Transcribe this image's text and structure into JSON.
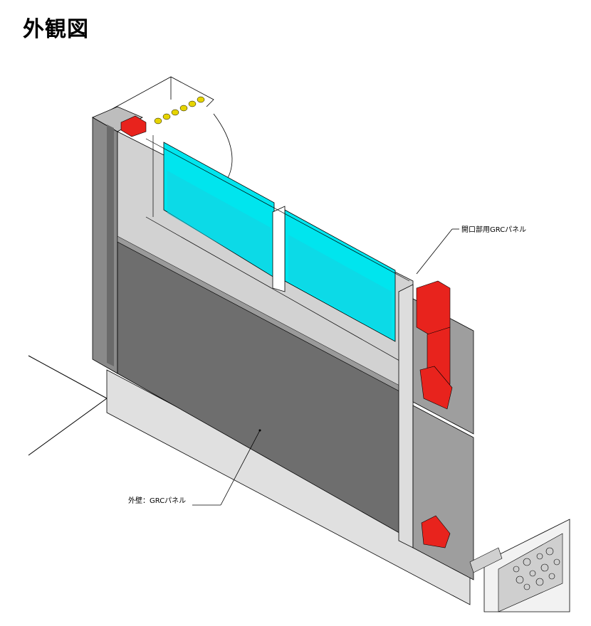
{
  "title": "外観図",
  "labels": {
    "opening_panel": "開口部用GRCパネル",
    "exterior_wall": "外壁：GRCパネル"
  },
  "colors": {
    "glass": "#00e5ee",
    "steel": "#e8231d",
    "panel_face": "#6e6e6e",
    "panel_edge": "#999999",
    "sill_yellow": "#e6d400"
  }
}
